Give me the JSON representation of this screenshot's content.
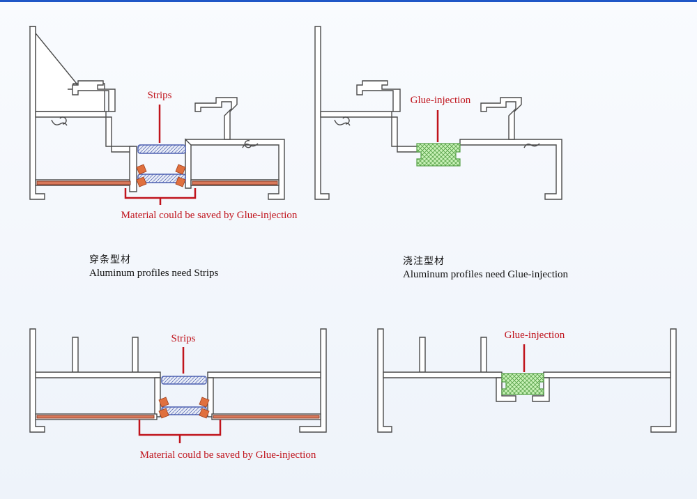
{
  "panels": {
    "top_left": {
      "label_top": "Strips",
      "label_bottom": "Material could be saved by Glue-injection"
    },
    "top_right": {
      "label_top": "Glue-injection"
    },
    "bottom_left": {
      "label_top": "Strips",
      "label_bottom": "Material could be saved by Glue-injection"
    },
    "bottom_right": {
      "label_top": "Glue-injection"
    }
  },
  "captions": {
    "left": {
      "cn": "穿条型材",
      "en": "Aluminum profiles need Strips"
    },
    "right": {
      "cn": "浇注型材",
      "en": "Aluminum profiles need Glue-injection"
    }
  },
  "colors": {
    "accent_bar": "#1f57c7",
    "label_red": "#c0141c",
    "glue_green": "#c9f2b8",
    "saved_material": "#d9785a"
  }
}
